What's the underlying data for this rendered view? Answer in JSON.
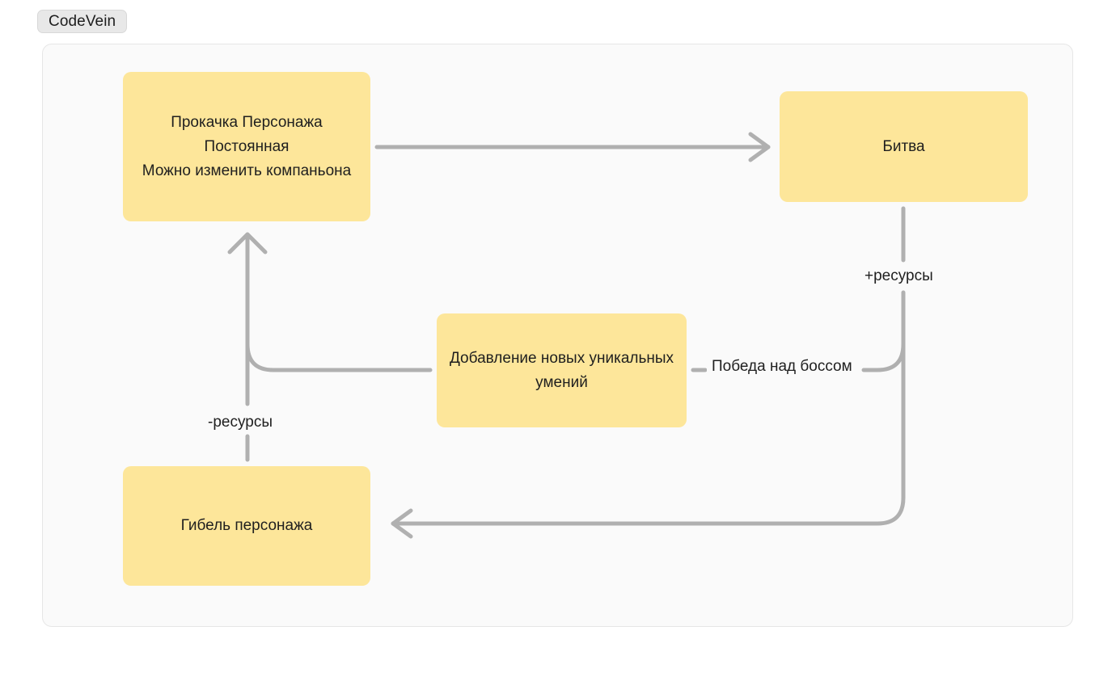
{
  "title_chip": {
    "label": "CodeVein"
  },
  "diagram": {
    "type": "flowchart",
    "nodes": [
      {
        "id": "progression",
        "label": "Прокачка Персонажа\nПостоянная\nМожно изменить компаньона"
      },
      {
        "id": "battle",
        "label": "Битва"
      },
      {
        "id": "skills",
        "label": "Добавление новых уникальных умений"
      },
      {
        "id": "death",
        "label": "Гибель персонажа"
      }
    ],
    "edges": [
      {
        "from": "progression",
        "to": "battle",
        "label": "",
        "arrow": "end"
      },
      {
        "from": "battle",
        "to": "death",
        "label": "+ресурсы",
        "arrow": "end"
      },
      {
        "from": "battle",
        "to": "skills",
        "label": "Победа над боссом",
        "arrow": "none"
      },
      {
        "from": "skills",
        "to": "progression",
        "label": "",
        "arrow": "end"
      },
      {
        "from": "death",
        "to": "progression",
        "label": "-ресурсы",
        "arrow": "end"
      }
    ],
    "labels": {
      "plus_resources": "+ресурсы",
      "minus_resources": "-ресурсы",
      "boss_victory": "Победа над боссом"
    },
    "colors": {
      "node_fill": "#fde69a",
      "edge_stroke": "#b0b0b0",
      "frame_fill": "#fafafa",
      "frame_border": "#e6e6e6",
      "chip_fill": "#e8e8e8",
      "text": "#1f1f1f"
    }
  }
}
